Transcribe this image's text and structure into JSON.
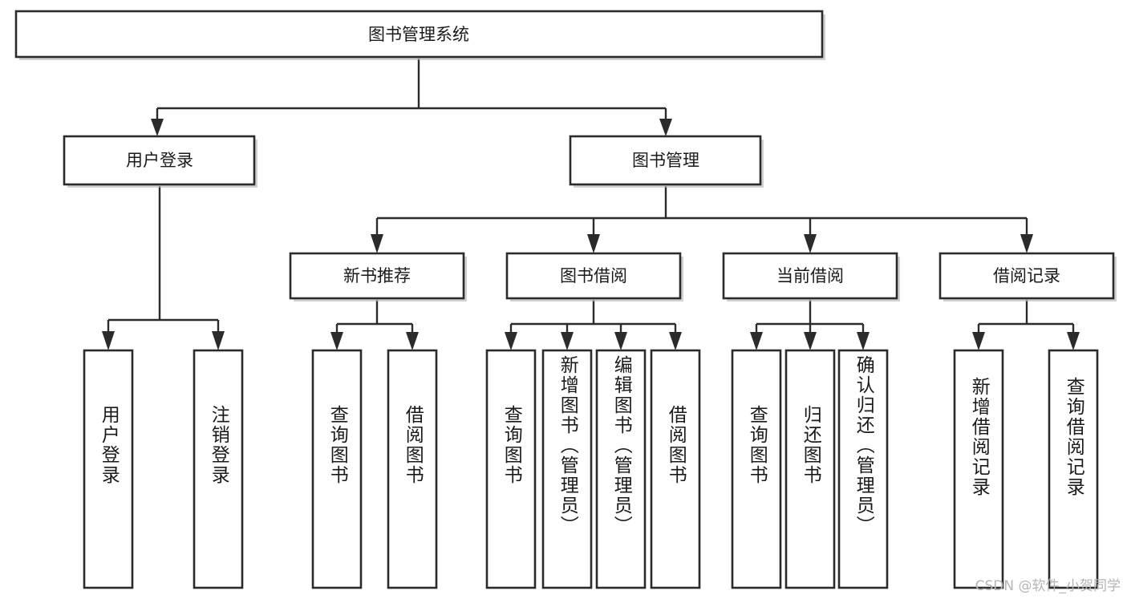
{
  "diagram": {
    "type": "tree-hierarchy-flowchart",
    "title": "图书管理系统",
    "root": {
      "id": "root",
      "label": "图书管理系统",
      "orientation": "horizontal"
    },
    "level1": [
      {
        "id": "user-login",
        "label": "用户登录",
        "orientation": "horizontal"
      },
      {
        "id": "book-management",
        "label": "图书管理",
        "orientation": "horizontal"
      }
    ],
    "level2": [
      {
        "id": "new-book-recommend",
        "label": "新书推荐",
        "orientation": "horizontal",
        "parent": "book-management"
      },
      {
        "id": "book-borrow",
        "label": "图书借阅",
        "orientation": "horizontal",
        "parent": "book-management"
      },
      {
        "id": "current-borrow",
        "label": "当前借阅",
        "orientation": "horizontal",
        "parent": "book-management"
      },
      {
        "id": "borrow-record",
        "label": "借阅记录",
        "orientation": "horizontal",
        "parent": "book-management"
      }
    ],
    "leaves": [
      {
        "id": "leaf-user-login",
        "label": "用户登录",
        "orientation": "vertical",
        "parent": "user-login"
      },
      {
        "id": "leaf-logout",
        "label": "注销登录",
        "orientation": "vertical",
        "parent": "user-login"
      },
      {
        "id": "leaf-query-book-1",
        "label": "查询图书",
        "orientation": "vertical",
        "parent": "new-book-recommend"
      },
      {
        "id": "leaf-borrow-book-1",
        "label": "借阅图书",
        "orientation": "vertical",
        "parent": "new-book-recommend"
      },
      {
        "id": "leaf-query-book-2",
        "label": "查询图书",
        "orientation": "vertical",
        "parent": "book-borrow"
      },
      {
        "id": "leaf-add-book",
        "label": "新增图书（管理员）",
        "orientation": "vertical",
        "parent": "book-borrow"
      },
      {
        "id": "leaf-edit-book",
        "label": "编辑图书（管理员）",
        "orientation": "vertical",
        "parent": "book-borrow"
      },
      {
        "id": "leaf-borrow-book-2",
        "label": "借阅图书",
        "orientation": "vertical",
        "parent": "book-borrow"
      },
      {
        "id": "leaf-query-book-3",
        "label": "查询图书",
        "orientation": "vertical",
        "parent": "current-borrow"
      },
      {
        "id": "leaf-return-book",
        "label": "归还图书",
        "orientation": "vertical",
        "parent": "current-borrow"
      },
      {
        "id": "leaf-confirm-return",
        "label": "确认归还（管理员）",
        "orientation": "vertical",
        "parent": "current-borrow"
      },
      {
        "id": "leaf-add-record",
        "label": "新增借阅记录",
        "orientation": "vertical",
        "parent": "borrow-record"
      },
      {
        "id": "leaf-query-record",
        "label": "查询借阅记录",
        "orientation": "vertical",
        "parent": "borrow-record"
      }
    ],
    "colors": {
      "box_fill": "#ffffff",
      "box_stroke": "#2b2b2b",
      "connector": "#2b2b2b",
      "text": "#1a1a1a",
      "background": "#ffffff",
      "watermark": "#b5b5b5"
    }
  },
  "watermark": {
    "text": "CSDN @软件_小贺同学"
  }
}
